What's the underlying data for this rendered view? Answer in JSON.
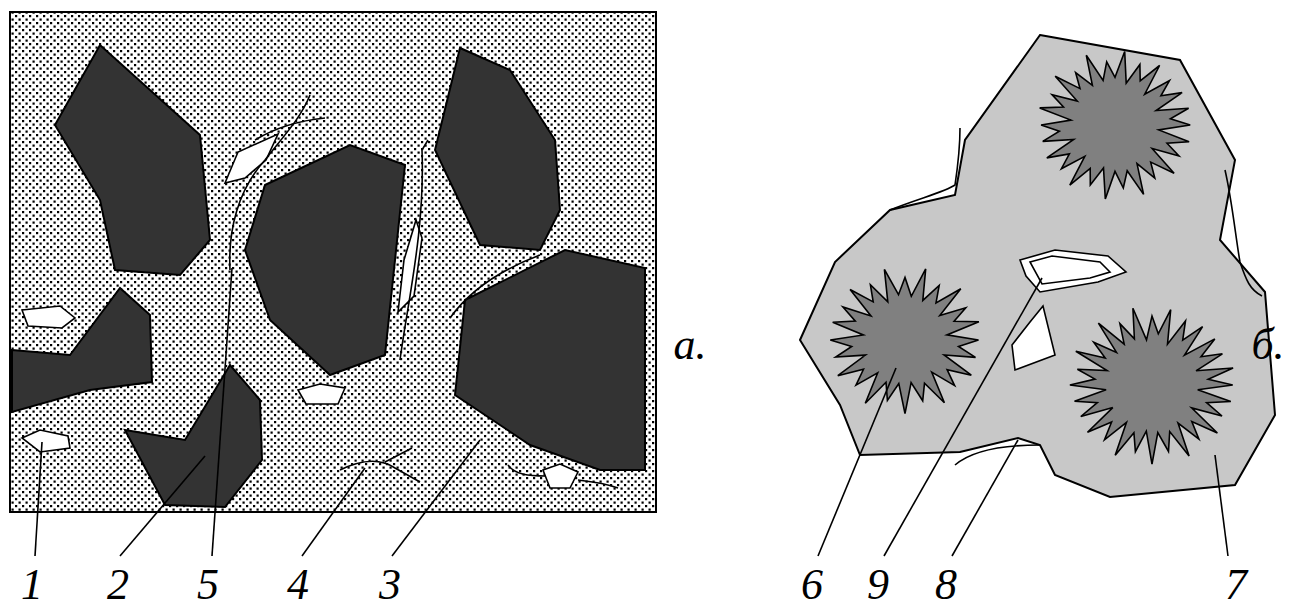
{
  "diagram": {
    "labels": [
      "а.",
      "б.",
      "1",
      "2",
      "5",
      "4",
      "3",
      "6",
      "9",
      "8",
      "7"
    ]
  }
}
